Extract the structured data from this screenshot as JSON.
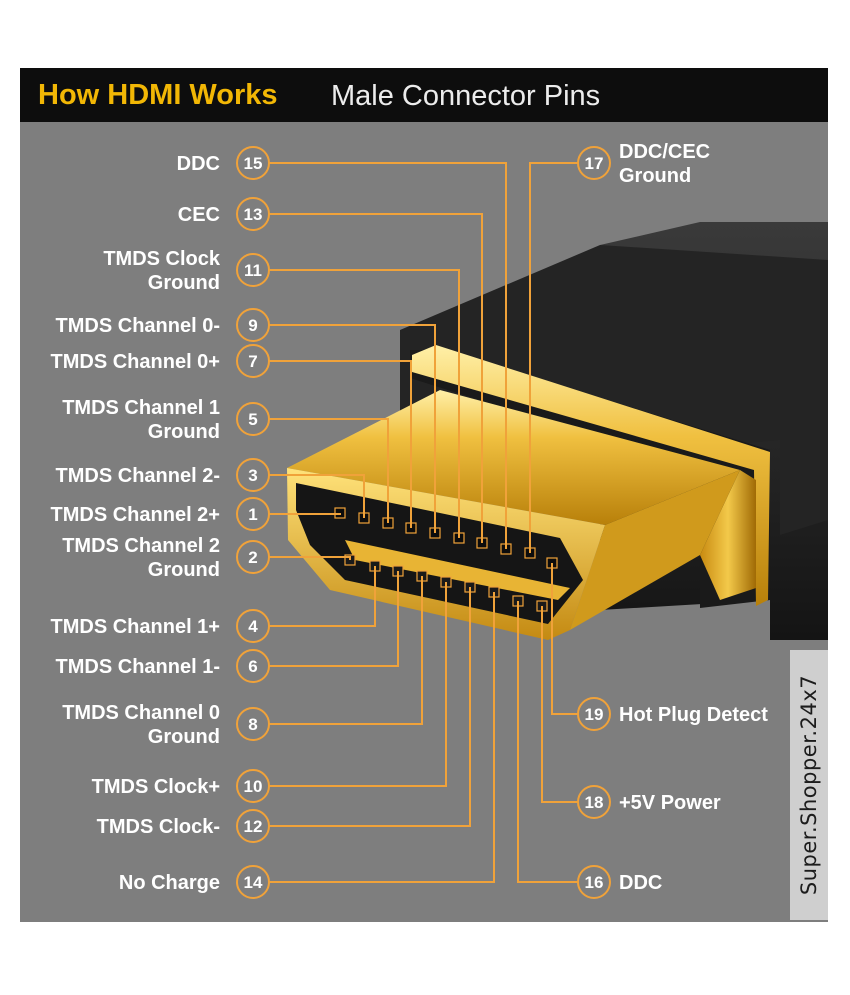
{
  "header": {
    "title_main": "How HDMI Works",
    "title_sub": "Male Connector Pins"
  },
  "colors": {
    "background": "#7e7e7e",
    "header_bg": "#0d0d0d",
    "title_accent": "#f2b705",
    "callout_line": "#f0a23a",
    "connector_gold": "#e0a520",
    "housing": "#1e1e1e"
  },
  "pins": [
    {
      "number": "15",
      "label": [
        "DDC"
      ]
    },
    {
      "number": "13",
      "label": [
        "CEC"
      ]
    },
    {
      "number": "11",
      "label": [
        "TMDS Clock",
        "Ground"
      ]
    },
    {
      "number": "9",
      "label": [
        "TMDS Channel 0-"
      ]
    },
    {
      "number": "7",
      "label": [
        "TMDS Channel 0+"
      ]
    },
    {
      "number": "5",
      "label": [
        "TMDS Channel 1",
        "Ground"
      ]
    },
    {
      "number": "3",
      "label": [
        "TMDS Channel 2-"
      ]
    },
    {
      "number": "1",
      "label": [
        "TMDS Channel 2+"
      ]
    },
    {
      "number": "2",
      "label": [
        "TMDS Channel 2",
        "Ground"
      ]
    },
    {
      "number": "4",
      "label": [
        "TMDS Channel 1+"
      ]
    },
    {
      "number": "6",
      "label": [
        "TMDS Channel 1-"
      ]
    },
    {
      "number": "8",
      "label": [
        "TMDS Channel 0",
        "Ground"
      ]
    },
    {
      "number": "10",
      "label": [
        "TMDS Clock+"
      ]
    },
    {
      "number": "12",
      "label": [
        "TMDS Clock-"
      ]
    },
    {
      "number": "14",
      "label": [
        "No Charge"
      ]
    },
    {
      "number": "17",
      "label": [
        "DDC/CEC",
        "Ground"
      ]
    },
    {
      "number": "19",
      "label": [
        "Hot Plug Detect"
      ]
    },
    {
      "number": "18",
      "label": [
        "+5V Power"
      ]
    },
    {
      "number": "16",
      "label": [
        "DDC"
      ]
    }
  ],
  "watermark": "Super.Shopper.24x7"
}
